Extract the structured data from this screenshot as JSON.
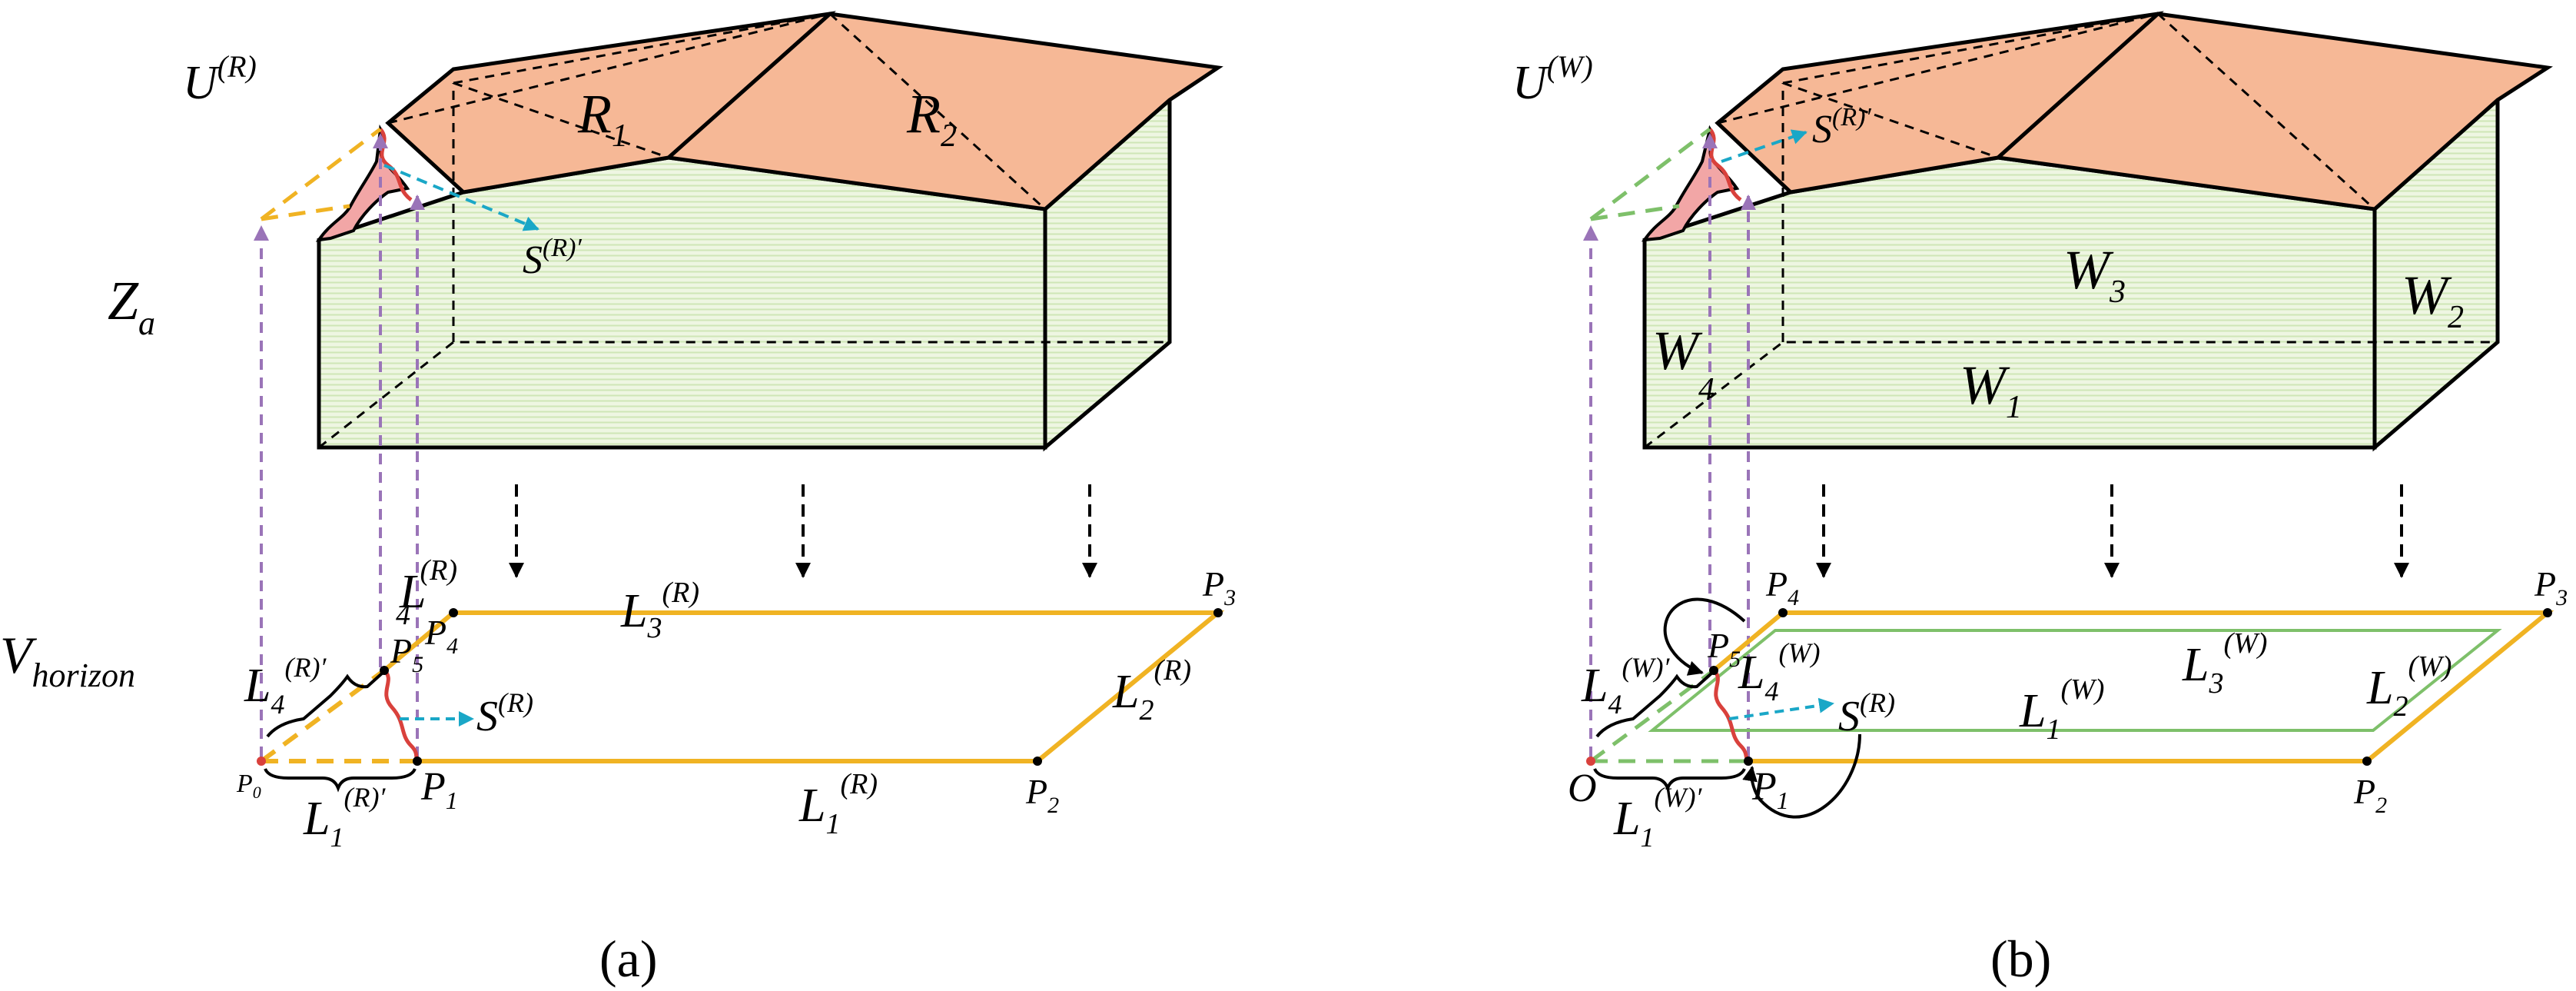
{
  "panel_a": {
    "caption": "(a)",
    "labels": {
      "U_R_main": "U",
      "U_R_sup": "(R)",
      "Za_main": "Z",
      "Za_sub": "a",
      "R1_main": "R",
      "R1_sub": "1",
      "R2_main": "R",
      "R2_sub": "2",
      "SRp_main": "S",
      "SRp_sup": "(R)′",
      "Vh_main": "V",
      "Vh_sub": "horizon",
      "L4R_main": "L",
      "L4R_sub": "4",
      "L4R_sup": "(R)",
      "L3R_main": "L",
      "L3R_sub": "3",
      "L3R_sup": "(R)",
      "L4Rp_main": "L",
      "L4Rp_sub": "4",
      "L4Rp_sup": "(R)′",
      "L2R_main": "L",
      "L2R_sub": "2",
      "L2R_sup": "(R)",
      "L1Rp_main": "L",
      "L1Rp_sub": "1",
      "L1Rp_sup": "(R)′",
      "L1R_main": "L",
      "L1R_sub": "1",
      "L1R_sup": "(R)",
      "SR_main": "S",
      "SR_sup": "(R)",
      "P0_main": "P",
      "P0_sub": "0",
      "P1_main": "P",
      "P1_sub": "1",
      "P2_main": "P",
      "P2_sub": "2",
      "P3_main": "P",
      "P3_sub": "3",
      "P4_main": "P",
      "P4_sub": "4",
      "P5_main": "P",
      "P5_sub": "5"
    }
  },
  "panel_b": {
    "caption": "(b)",
    "labels": {
      "U_W_main": "U",
      "U_W_sup": "(W)",
      "SRp_main": "S",
      "SRp_sup": "(R)′",
      "W1_main": "W",
      "W1_sub": "1",
      "W2_main": "W",
      "W2_sub": "2",
      "W3_main": "W",
      "W3_sub": "3",
      "W4_main": "W",
      "W4_sub": "4",
      "P4_main": "P",
      "P4_sub": "4",
      "P3_main": "P",
      "P3_sub": "3",
      "P5_main": "P",
      "P5_sub": "5",
      "L4W_main": "L",
      "L4W_sub": "4",
      "L4W_sup": "(W)",
      "L3W_main": "L",
      "L3W_sub": "3",
      "L3W_sup": "(W)",
      "L2W_main": "L",
      "L2W_sub": "2",
      "L2W_sup": "(W)",
      "L4Wp_main": "L",
      "L4Wp_sub": "4",
      "L4Wp_sup": "(W)′",
      "L1W_main": "L",
      "L1W_sub": "1",
      "L1W_sup": "(W)",
      "L1Wp_main": "L",
      "L1Wp_sub": "1",
      "L1Wp_sup": "(W)′",
      "SR_main": "S",
      "SR_sup": "(R)",
      "O_label": "O",
      "P1_main": "P",
      "P1_sub": "1",
      "P2_main": "P",
      "P2_sub": "2"
    }
  },
  "colors": {
    "roof": "#f6b896",
    "wall": "#eef6e2",
    "wall_line": "#cfe6b6",
    "boundary_yellow": "#f0b323",
    "inner_green": "#7ec06a",
    "cyan_arrow": "#1aa7c7",
    "purple_arrow": "#9a74b8",
    "red_curve": "#d9413c",
    "pink_fill": "#f2a6a6"
  }
}
